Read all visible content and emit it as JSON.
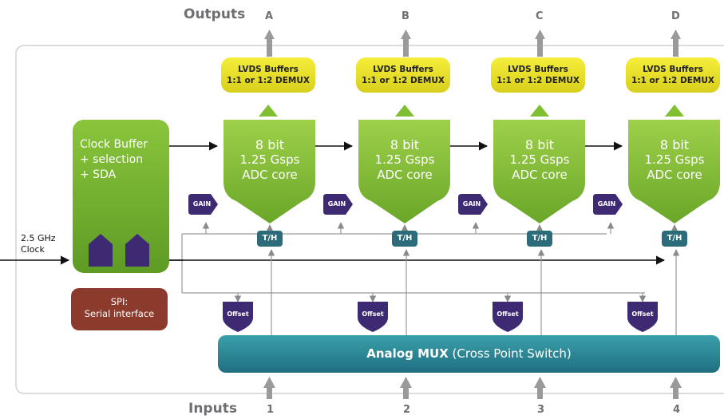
{
  "headings": {
    "outputs": "Outputs",
    "inputs": "Inputs"
  },
  "output_channels": [
    "A",
    "B",
    "C",
    "D"
  ],
  "input_channels": [
    "1",
    "2",
    "3",
    "4"
  ],
  "clock_input": {
    "line1": "2.5 GHz",
    "line2": "Clock"
  },
  "clock_buffer": {
    "label": "Clock Buffer\n+ selection\n+ SDA"
  },
  "spi_block": {
    "line1": "SPI:",
    "line2": "Serial interface"
  },
  "lvds_buffers": [
    {
      "line1": "LVDS Buffers",
      "line2": "1:1 or 1:2 DEMUX"
    },
    {
      "line1": "LVDS Buffers",
      "line2": "1:1 or 1:2 DEMUX"
    },
    {
      "line1": "LVDS Buffers",
      "line2": "1:1 or 1:2 DEMUX"
    },
    {
      "line1": "LVDS Buffers",
      "line2": "1:1 or 1:2 DEMUX"
    }
  ],
  "adc_cores": [
    {
      "line1": "8 bit",
      "line2": "1.25 Gsps",
      "line3": "ADC core"
    },
    {
      "line1": "8 bit",
      "line2": "1.25 Gsps",
      "line3": "ADC core"
    },
    {
      "line1": "8 bit",
      "line2": "1.25 Gsps",
      "line3": "ADC core"
    },
    {
      "line1": "8 bit",
      "line2": "1.25 Gsps",
      "line3": "ADC core"
    }
  ],
  "gain_label": "GAIN",
  "th_label": "T/H",
  "offset_label": "Offset",
  "mux": {
    "bold": "Analog MUX",
    "rest": " (Cross Point Switch)"
  },
  "colors": {
    "lvds": "#e8df2a",
    "adc": "#7fbf31",
    "clock_buffer": "#73b032",
    "spi": "#8b3a2c",
    "mux": "#2c8a97",
    "badge": "#3e2a73",
    "th": "#2c6c7a",
    "arrow": "#9a9a9a",
    "line": "#111111"
  }
}
